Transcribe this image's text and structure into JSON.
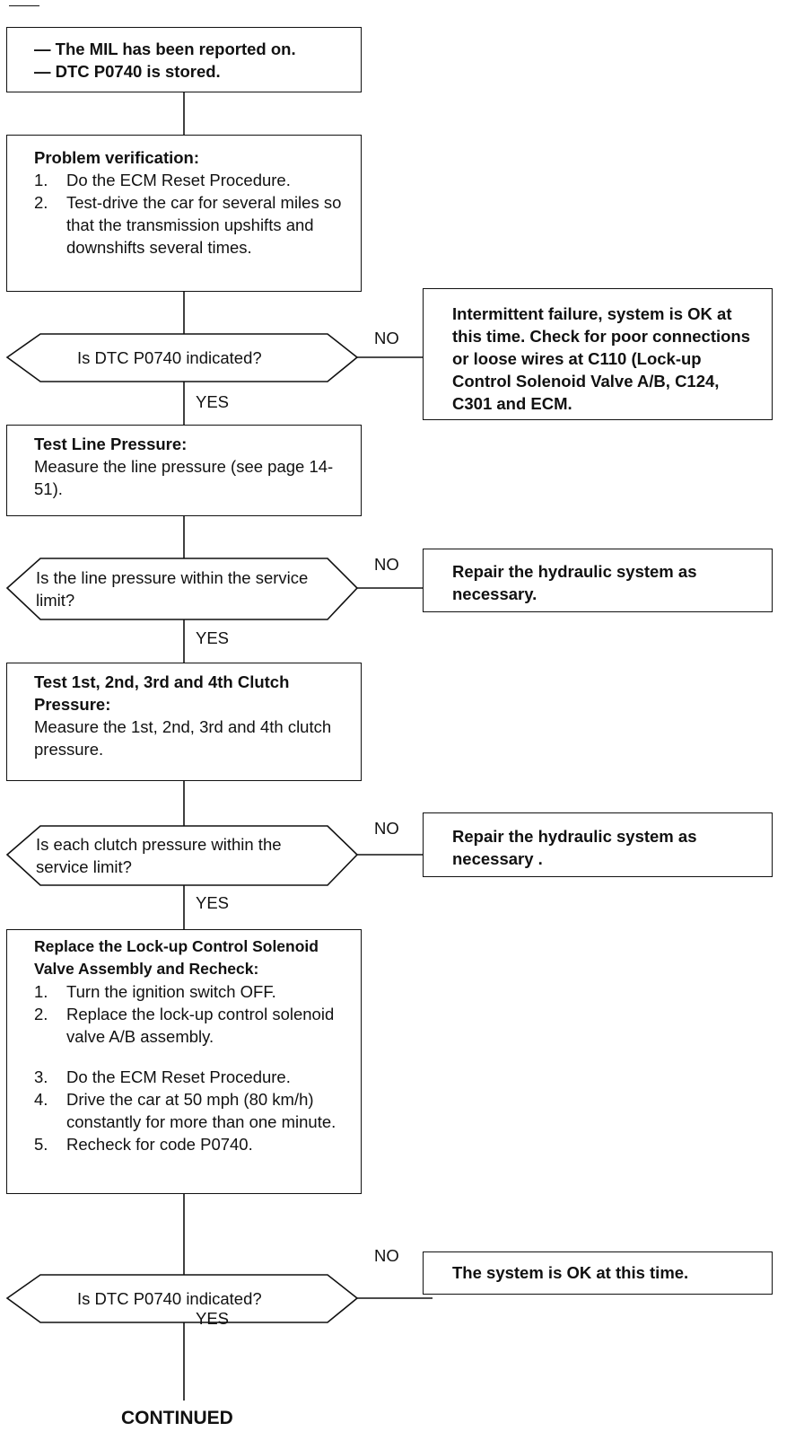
{
  "start_box": {
    "lines": [
      "— The MIL has been reported on.",
      "— DTC P0740 is stored."
    ]
  },
  "step1": {
    "title": "Problem verification:",
    "items": [
      {
        "n": "1.",
        "text": "Do the ECM Reset Procedure."
      },
      {
        "n": "2.",
        "text": "Test-drive the car for several miles so that the transmission upshifts and downshifts several times."
      }
    ]
  },
  "decision1": {
    "question": "Is DTC P0740 indicated?",
    "no_label": "NO",
    "yes_label": "YES",
    "no_result": "Intermittent failure, system is OK at this time. Check for poor connections or loose wires at C110 (Lock-up Control Solenoid Valve A/B, C124, C301 and ECM."
  },
  "step2": {
    "title": "Test Line Pressure:",
    "text": "Measure the line pressure (see page 14-51)."
  },
  "decision2": {
    "question": "Is the line pressure within the service limit?",
    "no_label": "NO",
    "yes_label": "YES",
    "no_result": "Repair the hydraulic system as necessary."
  },
  "step3": {
    "title": "Test 1st, 2nd, 3rd and 4th Clutch Pressure:",
    "text": "Measure the 1st, 2nd, 3rd and 4th clutch pressure."
  },
  "decision3": {
    "question": "Is each clutch pressure within the service limit?",
    "no_label": "NO",
    "yes_label": "YES",
    "no_result": "Repair the hydraulic system as necessary ."
  },
  "step4": {
    "title": "Replace the Lock-up Control Solenoid Valve Assembly and Recheck:",
    "items": [
      {
        "n": "1.",
        "text": "Turn the ignition switch OFF."
      },
      {
        "n": "2.",
        "text": "Replace the lock-up control solenoid valve A/B assembly."
      },
      {
        "n": "3.",
        "text": "Do the ECM Reset Procedure."
      },
      {
        "n": "4.",
        "text": "Drive the car at 50 mph (80 km/h) constantly for more than one minute."
      },
      {
        "n": "5.",
        "text": "Recheck for code P0740."
      }
    ]
  },
  "decision4": {
    "question": "Is DTC P0740 indicated?",
    "no_label": "NO",
    "yes_label": "YES",
    "no_result": "The system is OK at this time."
  },
  "footer": {
    "continued": "CONTINUED"
  }
}
